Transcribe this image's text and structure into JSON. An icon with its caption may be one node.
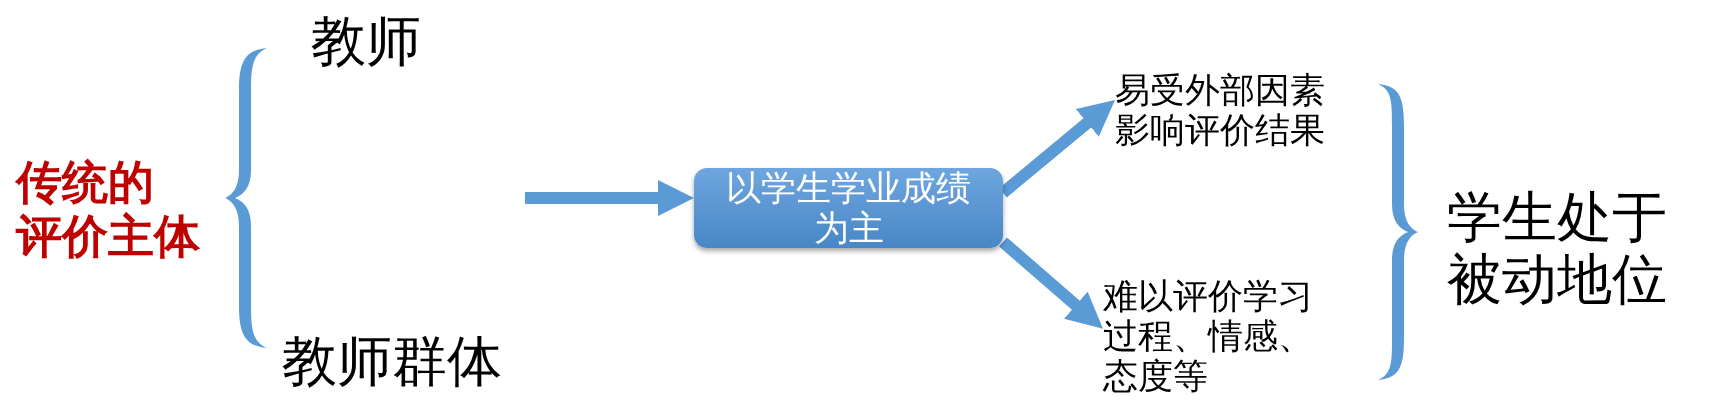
{
  "diagram": {
    "nodes": [
      {
        "text": [],
        "shape": "brace"
      },
      {
        "text": [
          "以学生学业成绩为主"
        ]
      },
      {
        "text": [
          "易受外部因素影响评价结果"
        ]
      },
      {
        "text": [
          "难以评价学习过程、情感、态度等"
        ]
      },
      {
        "text": [],
        "shape": "brace"
      }
    ],
    "edges": [
      {
        "from": null,
        "to": 1,
        "arrow": "to"
      },
      {
        "from": 1,
        "to": 2,
        "arrow": "to"
      },
      {
        "from": 1,
        "to": 3,
        "arrow": "to"
      }
    ],
    "labels": [
      "传统的评价主体",
      "教师",
      "教师群体",
      "学生处于被动地位"
    ]
  }
}
